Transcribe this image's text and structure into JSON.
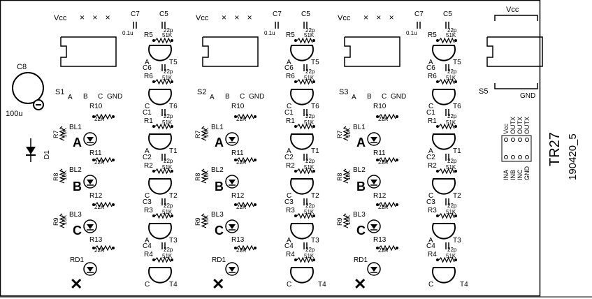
{
  "board": {
    "id": "TR27",
    "date": "190420_5",
    "cap_c8": "C8",
    "cap_c8_value": "100u",
    "diode": "D1"
  },
  "sections": [
    {
      "vcc": "Vcc",
      "xmarks": "× × ×",
      "c7": "C7",
      "c7_val": "0.1u",
      "c5": "C5",
      "s_label": "S1",
      "a": "A",
      "b": "B",
      "c": "C",
      "gnd": "GND"
    },
    {
      "vcc": "Vcc",
      "xmarks": "× × ×",
      "c7": "C7",
      "c7_val": "0.1u",
      "c5": "C5",
      "s_label": "S2",
      "a": "A",
      "b": "B",
      "c": "C",
      "gnd": "GND"
    },
    {
      "vcc": "Vcc",
      "xmarks": "× × ×",
      "c7": "C7",
      "c7_val": "0.1u",
      "c5": "C5",
      "s_label": "S3",
      "a": "A",
      "b": "B",
      "c": "C",
      "gnd": "GND"
    }
  ],
  "left_parts": {
    "r10": "R10",
    "r11": "R11",
    "r12": "R12",
    "r13": "R13",
    "r_val": "22K",
    "bl1": "BL1",
    "bl2": "BL2",
    "bl3": "BL3",
    "rd1": "RD1",
    "r7": "R7",
    "r8": "R8",
    "r9": "R9",
    "rk": "10K",
    "letter_a": "A",
    "letter_b": "B",
    "letter_c": "C",
    "letter_x": "✕"
  },
  "right_parts": {
    "r5": "R5",
    "r6": "R6",
    "r1": "R1",
    "r2": "R2",
    "r3": "R3",
    "r4": "R4",
    "r_val": "51K",
    "c5": "C5",
    "c6": "C6",
    "c1": "C1",
    "c2": "C2",
    "c3": "C3",
    "c4": "C4",
    "c_val": "22p",
    "t5": "T5",
    "t6": "T6",
    "t1": "T1",
    "t2": "T2",
    "t3": "T3",
    "t4": "T4",
    "pin_a": "A",
    "pin_c": "C"
  },
  "right_block": {
    "vcc": "Vcc",
    "s5": "S5",
    "gnd": "GND",
    "connector_top": [
      "Vcc",
      "OUTX",
      "OUTX",
      "OUTX"
    ],
    "connector_bottom": [
      "INA",
      "INB",
      "INC",
      "GND"
    ]
  },
  "colors": {
    "ink": "#000000",
    "background": "#ffffff",
    "border": "#000000"
  }
}
